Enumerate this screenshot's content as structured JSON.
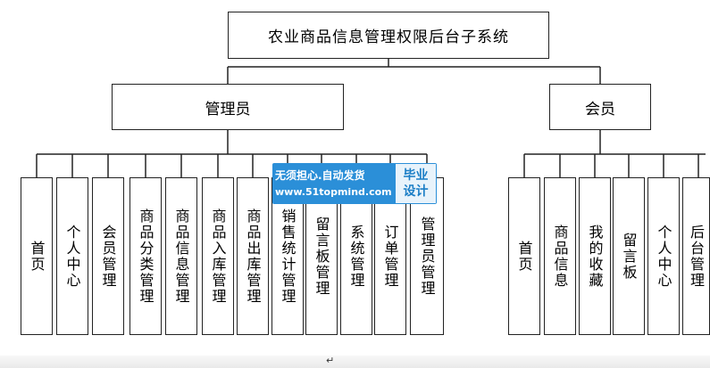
{
  "diagram": {
    "root": "农业商品信息管理权限后台子系统",
    "admin": {
      "label": "管理员",
      "children": [
        "首页",
        "个人中心",
        "会员管理",
        "商品分类管理",
        "商品信息管理",
        "商品入库管理",
        "商品出库管理",
        "销售统计管理",
        "留言板管理",
        "系统管理",
        "订单管理",
        "管理员管理"
      ]
    },
    "member": {
      "label": "会员",
      "children": [
        "首页",
        "商品信息",
        "我的收藏",
        "留言板",
        "个人中心",
        "后台管理"
      ]
    }
  },
  "watermark": {
    "slogan": "无须担心.自动发货",
    "url": "www.51topmind.com",
    "badge_line1": "毕业",
    "badge_line2": "设计"
  },
  "colors": {
    "line": "#222222",
    "watermark_blue": "#2b8fd8"
  },
  "return_mark": "↵"
}
